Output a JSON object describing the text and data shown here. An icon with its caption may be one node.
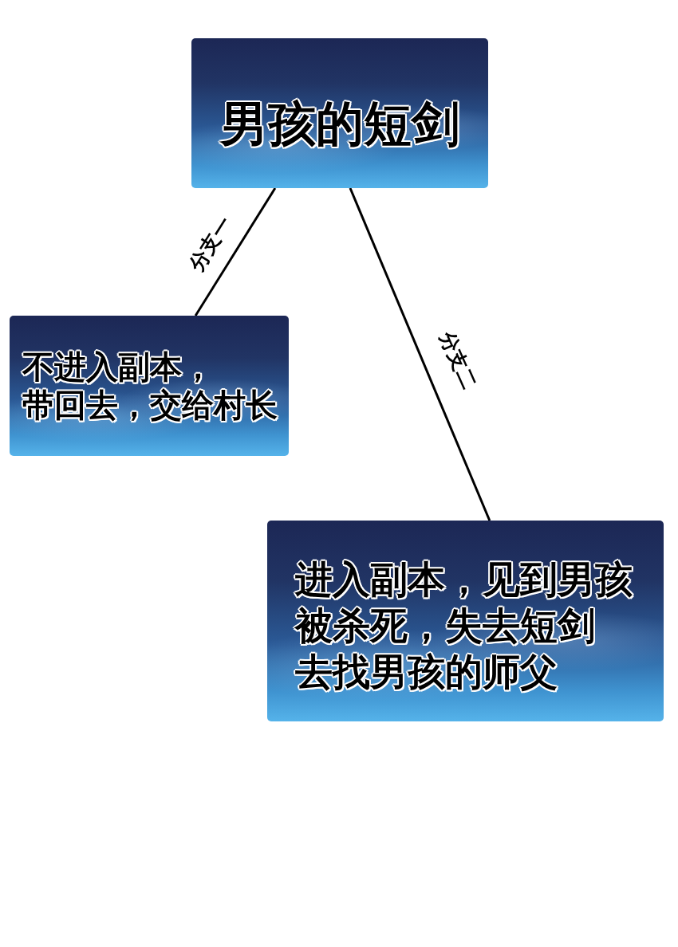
{
  "diagram": {
    "nodes": [
      {
        "text": [
          "男孩的短剑"
        ]
      },
      {
        "text": [
          "不进入副本，带回去，交给村长"
        ]
      },
      {
        "text": [
          "进入副本，见到男孩被杀死，失去短剑去找男孩的师父"
        ]
      }
    ],
    "edges": [
      {
        "from": 0,
        "to": 1,
        "arrow": "none",
        "label": "分支一"
      },
      {
        "from": 0,
        "to": 2,
        "arrow": "none",
        "label": "分支二"
      }
    ]
  }
}
